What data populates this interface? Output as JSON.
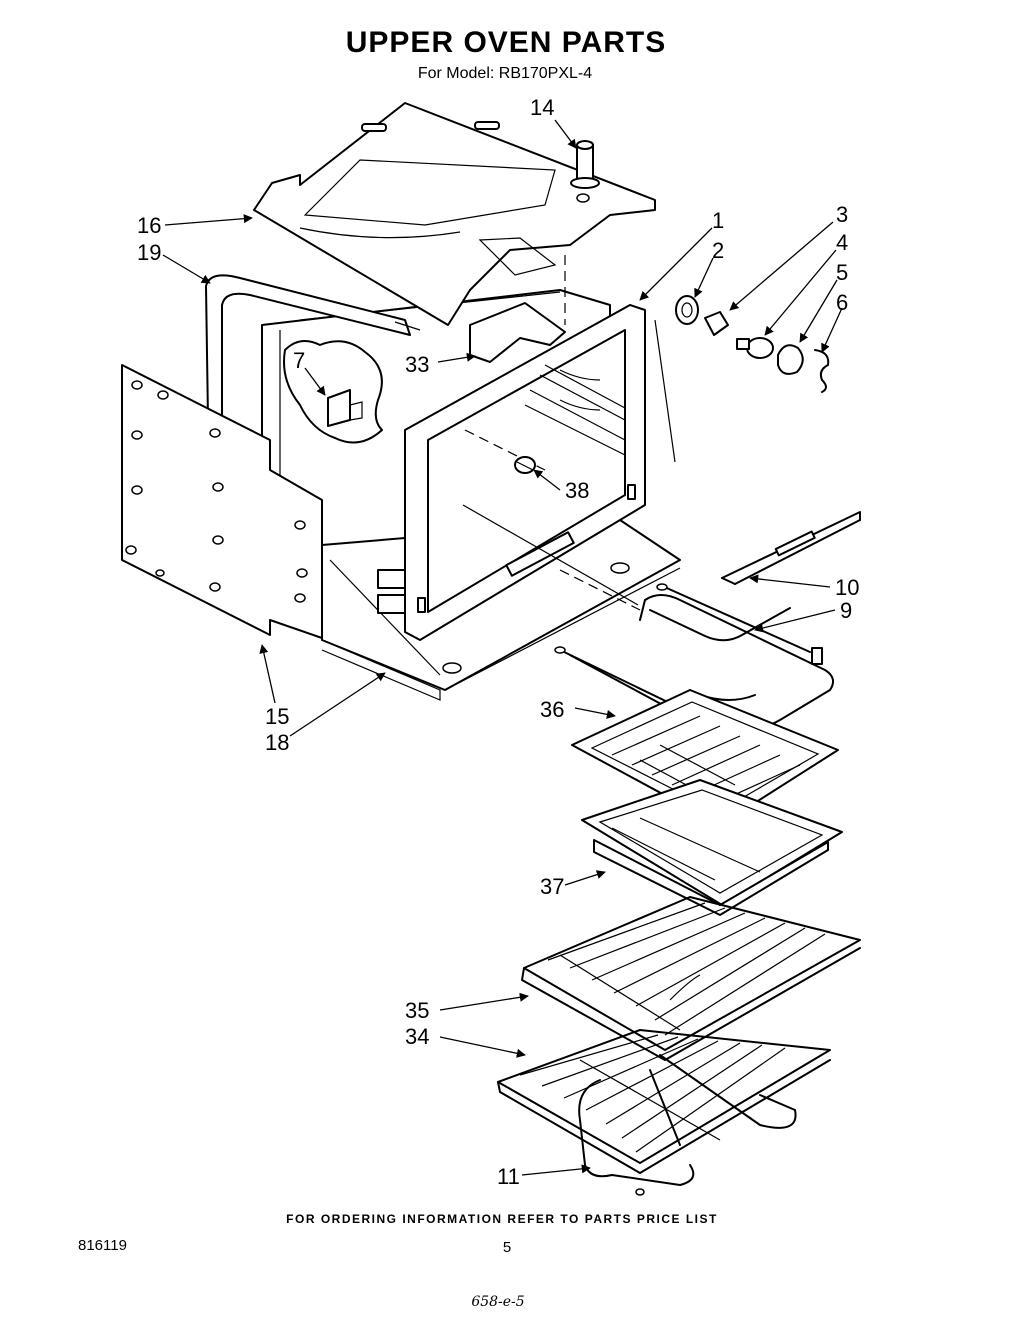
{
  "header": {
    "title": "UPPER OVEN PARTS",
    "model_line": "For Model: RB170PXL-4"
  },
  "callouts": {
    "p1": "1",
    "p2": "2",
    "p3": "3",
    "p4": "4",
    "p5": "5",
    "p6": "6",
    "p7": "7",
    "p9": "9",
    "p10": "10",
    "p11": "11",
    "p14": "14",
    "p15": "15",
    "p16": "16",
    "p18": "18",
    "p19": "19",
    "p33": "33",
    "p34": "34",
    "p35": "35",
    "p36": "36",
    "p37": "37",
    "p38": "38"
  },
  "footer": {
    "ordering_note": "FOR ORDERING INFORMATION REFER TO PARTS PRICE LIST",
    "doc_number": "816119",
    "page_number": "5",
    "handwritten": "658-e-5"
  }
}
